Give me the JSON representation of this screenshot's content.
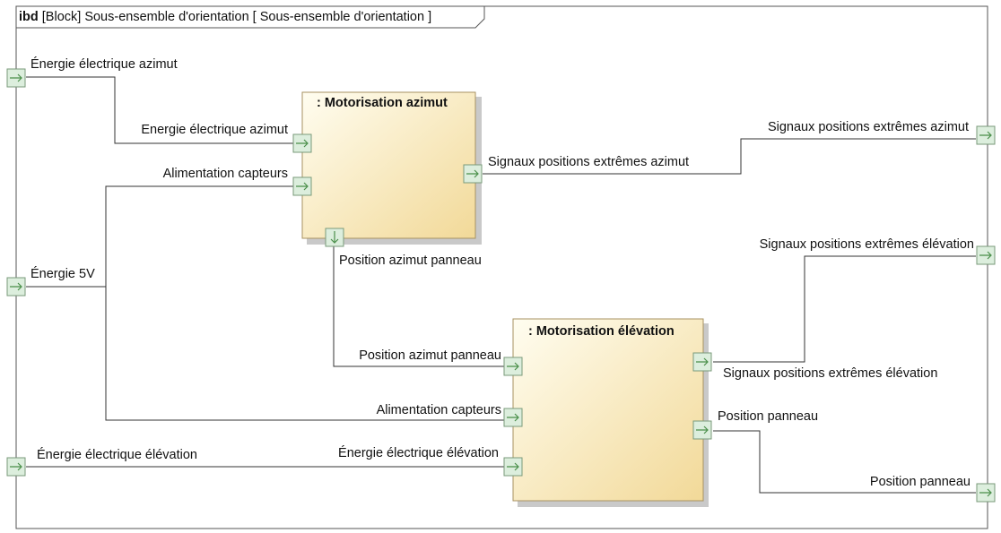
{
  "frame": {
    "kind": "ibd",
    "title": "[Block] Sous-ensemble d'orientation [ Sous-ensemble d'orientation ]"
  },
  "blocks": {
    "azimut": ": Motorisation azimut",
    "elevation": ": Motorisation élévation"
  },
  "boundary_ports": {
    "energie_azimut": "Énergie électrique azimut",
    "energie_5v": "Énergie 5V",
    "energie_elevation": "Énergie électrique élévation",
    "signaux_azimut": "Signaux positions extrêmes azimut",
    "signaux_elevation": "Signaux positions extrêmes élévation",
    "position_panneau": "Position panneau"
  },
  "azimut_ports": {
    "energie": "Energie électrique azimut",
    "alimentation": "Alimentation capteurs",
    "signaux": "Signaux positions extrêmes azimut",
    "position": "Position azimut panneau"
  },
  "elevation_ports": {
    "position": "Position azimut panneau",
    "alimentation": "Alimentation capteurs",
    "energie": "Énergie électrique élévation",
    "signaux": "Signaux positions extrêmes élévation",
    "position_panneau": "Position panneau"
  },
  "colors": {
    "block_fill_light": "#fffbe6",
    "block_fill_dark": "#f3dc9c",
    "port_fill": "#dceedd",
    "port_arrow": "#4a8f4a",
    "line": "#333333"
  }
}
